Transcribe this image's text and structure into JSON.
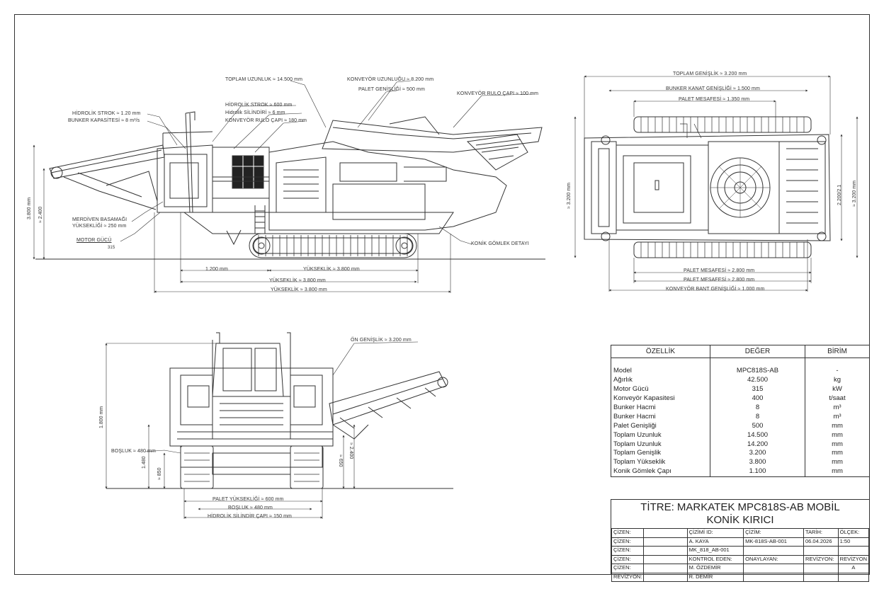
{
  "side_view": {
    "dims": {
      "total_length": "TOPLAM UZUNLUK ≈ 14.500 mm",
      "conveyor_length": "KONVEYÖR UZUNLUĞU ≈ 8.200 mm",
      "track_width": "PALET GENİŞLİĞİ ≈ 500 mm",
      "hydraulic_stroke": "HİDROLİK STROK ≈ 1.20 mm",
      "hopper_capacity": "BUNKER KAPASİTESİ ≈ 8 m³/s",
      "hydraulic_stroke2": "HİDROLİK STROK ≈ 600 mm",
      "hydraulic_cyl": "Hidrolik SİLİNDİRİ ≈ 6 mm",
      "conveyor_drum": "KONVEYÖR RULO ÇAPI ≈ 180 mm",
      "conveyor_drum_right": "KONVEYÖR RULO ÇAPI ≈ 100 mm",
      "feeder_height": "MERDİVEN BASAMAĞI\nYÜKSEKLİĞİ ≈ 250 mm",
      "motor_power": "MOTOR GÜCÜ",
      "motor_power_sub": "315",
      "cone_detail": "KONİK GÖMLEK DETAYI",
      "dim_1200": "1.200 mm",
      "height_3600_a": "YÜKSEKLİK ≈ 3.800 mm",
      "height_3600_b": "YÜKSEKLİK ≈ 3.800 mm",
      "height_3600_c": "YÜKSEKLİK ≈ 3.800 mm",
      "vert_total": "3.800 mm",
      "vert_sub": "≈ 2.400"
    }
  },
  "top_view": {
    "dims": {
      "total_width": "TOPLAM GENİŞLİK ≈ 3.200 mm",
      "hopper_wing_width": "BUNKER KANAT GENİŞLİĞİ ≈ 1.500 mm",
      "track_distance_top": "PALET MESAFESİ ≈ 1.350 mm",
      "track_distance_bottom": "PALET MESAFESİ ≈ 2.800 mm",
      "track_distance_bottom2": "PALET MESAFESİ ≈ 2.800 mm",
      "conveyor_band_width": "KONVEYÖR BANT GENİŞLİĞİ ≈ 1.000 mm",
      "left_vert": "≈ 3.200 mm",
      "right_vert_a": "2.200/2.1",
      "right_vert_b": "≈ 3.200 mm"
    }
  },
  "front_view": {
    "dims": {
      "front_width": "ÖN GENİŞLİK ≈ 3.200 mm",
      "left_vert": "1.800 mm",
      "gap_label": "BOŞLUK ≈ 480 mm",
      "left_small_a": "1.480",
      "left_small_b": "≈ 850",
      "right_small_a": "≈ 650",
      "right_small_b": "≈ 2.400",
      "track_height": "PALET YÜKSEKLİĞİ ≈ 600 mm",
      "gap_bottom": "BOŞLUK ≈ 480 mm",
      "hydraulic_cyl_dia": "HİDROLİK SİLİNDİR ÇAPI ≈ 150 mm"
    }
  },
  "spec_table": {
    "headers": [
      "ÖZELLİK",
      "DEĞER",
      "BİRİM"
    ],
    "rows": [
      {
        "name": "Model",
        "value": "MPC818S-AB",
        "unit": "-"
      },
      {
        "name": "Ağırlık",
        "value": "42.500",
        "unit": "kg"
      },
      {
        "name": "Motor Gücü",
        "value": "315",
        "unit": "kW"
      },
      {
        "name": "Konveyör Kapasitesi",
        "value": "400",
        "unit": "t/saat"
      },
      {
        "name": "Bunker Hacmi",
        "value": "8",
        "unit": "m³"
      },
      {
        "name": "Bunker Hacmi",
        "value": "8",
        "unit": "m³"
      },
      {
        "name": "Palet Genişliği",
        "value": "500",
        "unit": "mm"
      },
      {
        "name": "Toplam Uzunluk",
        "value": "14.500",
        "unit": "mm"
      },
      {
        "name": "Toplam Uzunluk",
        "value": "14.200",
        "unit": "mm"
      },
      {
        "name": "Toplam Genişlik",
        "value": "3.200",
        "unit": "mm"
      },
      {
        "name": "Toplam Yükseklik",
        "value": "3.800",
        "unit": "mm"
      },
      {
        "name": "Konik Gömlek Çapı",
        "value": "1.100",
        "unit": "mm"
      }
    ]
  },
  "title_block": {
    "title_line1": "TİTRE: MARKATEK MPC818S-AB MOBİL",
    "title_line2": "KONİK KIRICI",
    "rows": [
      [
        "ÇİZEN:",
        "",
        "ÇİZİMİ ID:",
        "ÇİZİM:",
        "TARİH:",
        "ÖLÇEK:"
      ],
      [
        "ÇİZEN:",
        "",
        "A. KAYA",
        "MK-818S-AB-001",
        "06.04.2026",
        "1:50"
      ],
      [
        "ÇİZEN:",
        "",
        "MK_818_AB-001",
        "",
        "",
        ""
      ],
      [
        "ÇİZEN:",
        "",
        "KONTROL EDEN:",
        "ONAYLAYAN:",
        "REVİZYON:",
        "REVİZYON"
      ],
      [
        "ÇİZEN:",
        "",
        "M. ÖZDEMİR",
        "",
        "",
        "A"
      ],
      [
        "REVİZYON:",
        "",
        "R. DEMİR",
        "",
        "",
        ""
      ]
    ]
  }
}
